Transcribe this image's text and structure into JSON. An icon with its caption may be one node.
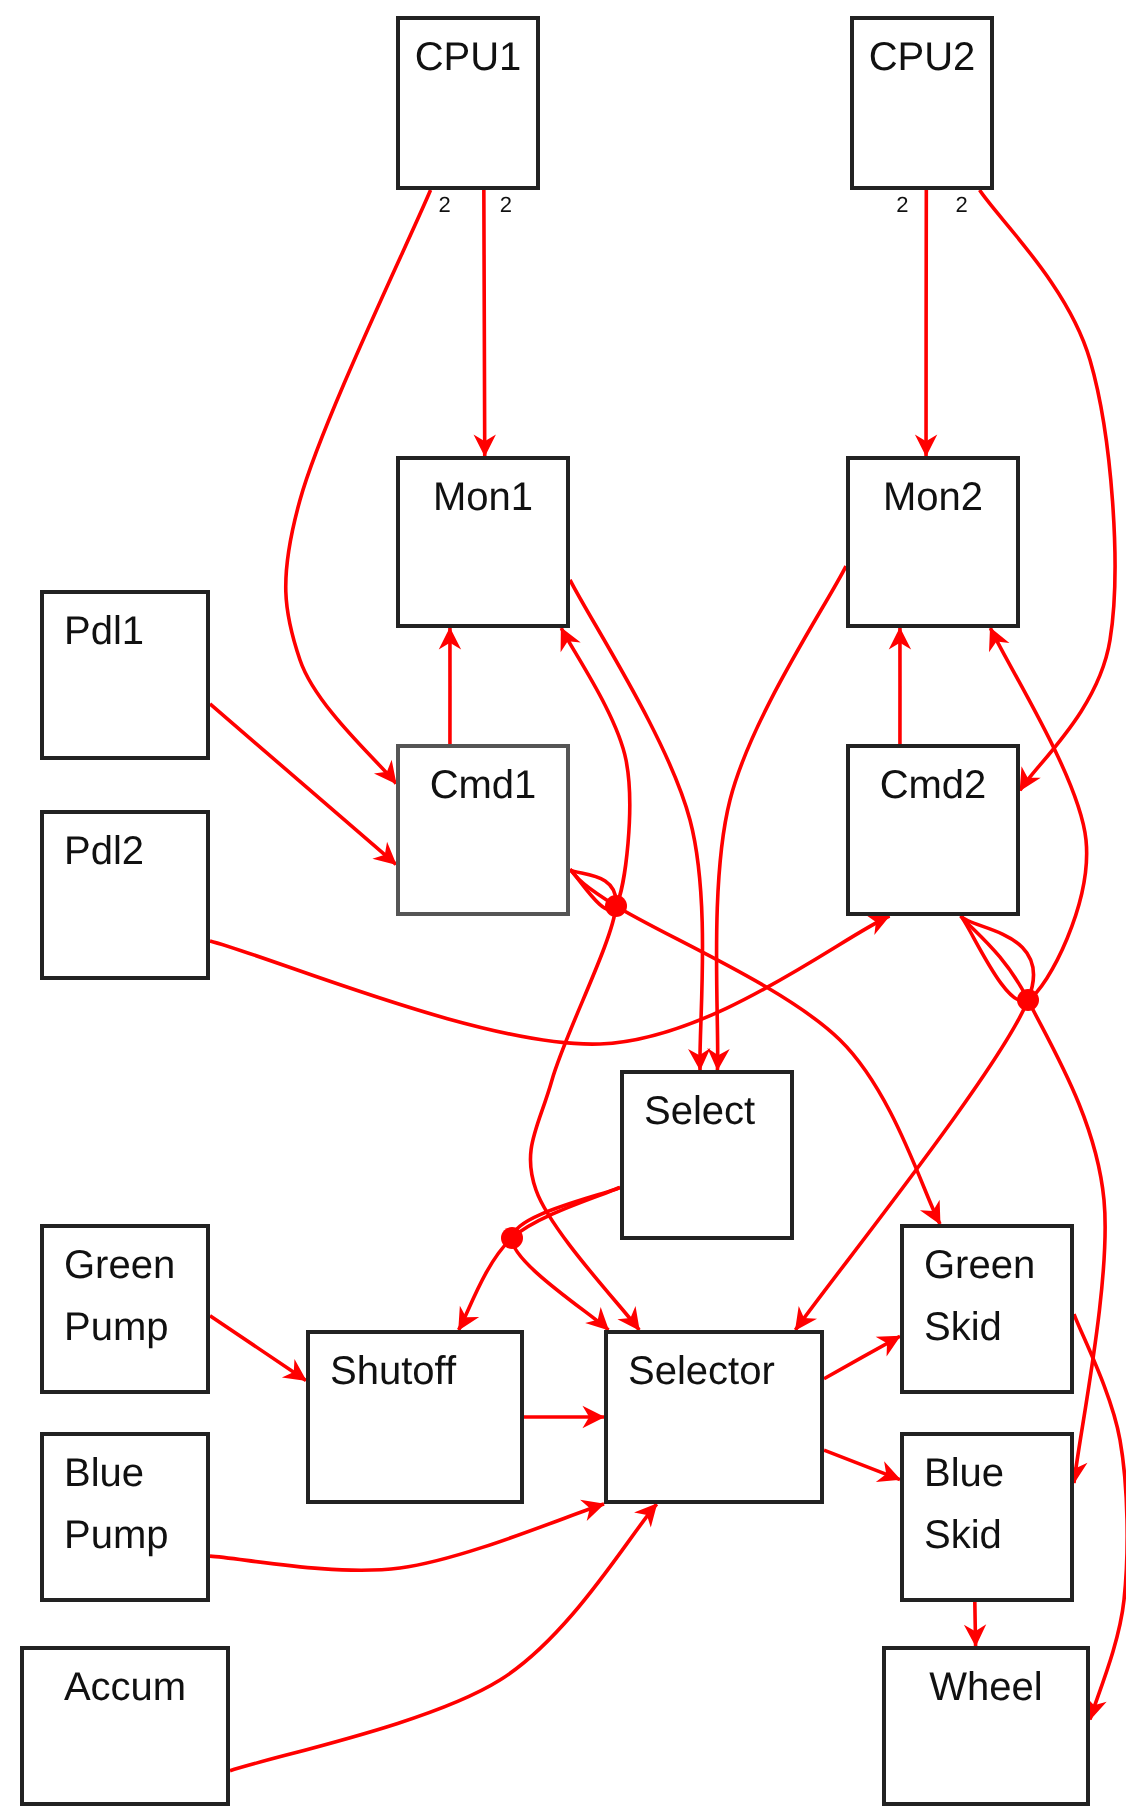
{
  "diagram": {
    "nodes": [
      {
        "text": [
          "CPU1"
        ]
      },
      {
        "text": [
          "CPU2"
        ]
      },
      {
        "text": [
          "Mon1"
        ]
      },
      {
        "text": [
          "Mon2"
        ]
      },
      {
        "text": [
          "Pdl1"
        ]
      },
      {
        "text": [
          "Cmd1"
        ]
      },
      {
        "text": [
          "Pdl2"
        ]
      },
      {
        "text": [
          "Cmd2"
        ]
      },
      {
        "text": [
          "Select"
        ]
      },
      {
        "text": [
          "Green Pump"
        ]
      },
      {
        "text": [
          "Shutoff"
        ]
      },
      {
        "text": [
          "Selector"
        ]
      },
      {
        "text": [
          "Green Skid"
        ]
      },
      {
        "text": [
          "Blue Pump"
        ]
      },
      {
        "text": [
          "Blue Skid"
        ]
      },
      {
        "text": [
          "Accum"
        ]
      },
      {
        "text": [
          "Wheel"
        ]
      }
    ],
    "edges": [
      {
        "from": 0,
        "to": 2,
        "arrow": "to",
        "label": "2"
      },
      {
        "from": 0,
        "to": 5,
        "arrow": "to",
        "label": "2"
      },
      {
        "from": 1,
        "to": 3,
        "arrow": "to",
        "label": "2"
      },
      {
        "from": 1,
        "to": 7,
        "arrow": "to",
        "label": "2"
      },
      {
        "from": 5,
        "to": 2,
        "arrow": "to"
      },
      {
        "from": 7,
        "to": 3,
        "arrow": "to"
      },
      {
        "from": 4,
        "to": 5,
        "arrow": "to"
      },
      {
        "from": 6,
        "to": 7,
        "arrow": "to"
      },
      {
        "from": 2,
        "to": 8,
        "arrow": "to"
      },
      {
        "from": 3,
        "to": 8,
        "arrow": "to"
      },
      {
        "from": 5,
        "to": 2,
        "arrow": "to"
      },
      {
        "from": 5,
        "to": 11,
        "arrow": "to"
      },
      {
        "from": 5,
        "to": 12,
        "arrow": "to"
      },
      {
        "from": 7,
        "to": 3,
        "arrow": "to"
      },
      {
        "from": 7,
        "to": 11,
        "arrow": "to"
      },
      {
        "from": 7,
        "to": 14,
        "arrow": "to"
      },
      {
        "from": 8,
        "to": 10,
        "arrow": "to"
      },
      {
        "from": 8,
        "to": 11,
        "arrow": "to"
      },
      {
        "from": 9,
        "to": 10,
        "arrow": "to"
      },
      {
        "from": 10,
        "to": 11,
        "arrow": "to"
      },
      {
        "from": 13,
        "to": 11,
        "arrow": "to"
      },
      {
        "from": 15,
        "to": 11,
        "arrow": "to"
      },
      {
        "from": 11,
        "to": 12,
        "arrow": "to"
      },
      {
        "from": 11,
        "to": 14,
        "arrow": "to"
      },
      {
        "from": 14,
        "to": 16,
        "arrow": "to"
      },
      {
        "from": 12,
        "to": 16,
        "arrow": "to"
      }
    ]
  }
}
